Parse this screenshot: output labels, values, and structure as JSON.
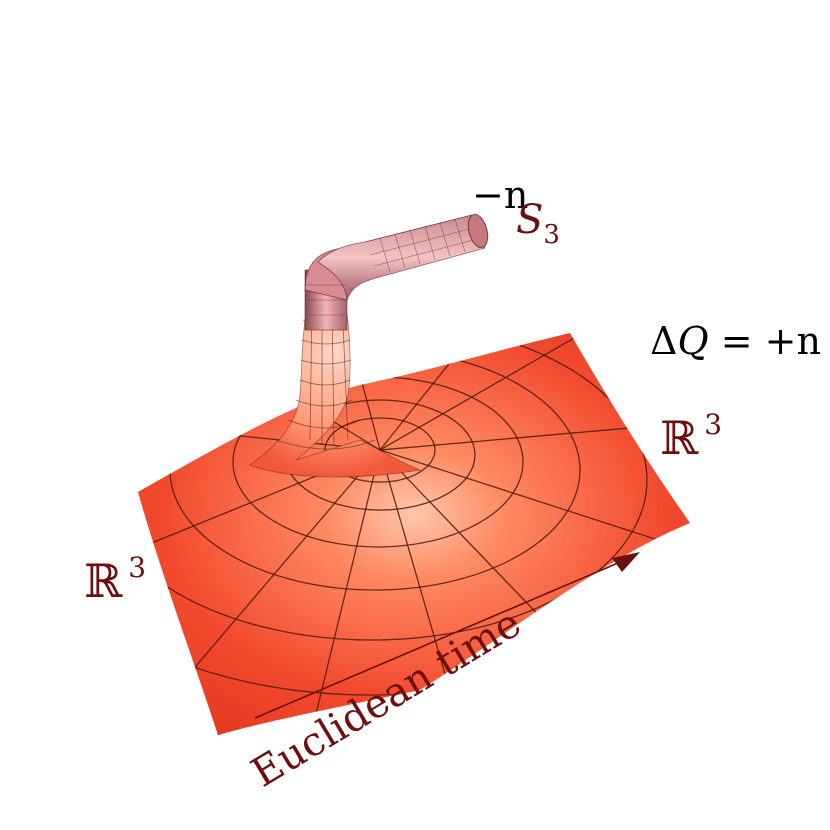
{
  "labels": {
    "neg_n": "−n",
    "s3_base": "S",
    "s3_sub": "3",
    "delta_q_prefix": "Δ",
    "delta_q_var": "Q",
    "delta_q_rhs": " = +n",
    "r3_right_base": "ℝ",
    "r3_right_sup": "3",
    "r3_left_base": "ℝ",
    "r3_left_sup": "3",
    "time_axis": "Euclidean time"
  },
  "colors": {
    "surface": "#f0482f",
    "surface_highlight": "#ffb08f",
    "grid_line": "#4a1a12",
    "tube": "#e9a0a6",
    "label_dark_red": "#6e0f0f",
    "arrow": "#6e0f0f"
  }
}
